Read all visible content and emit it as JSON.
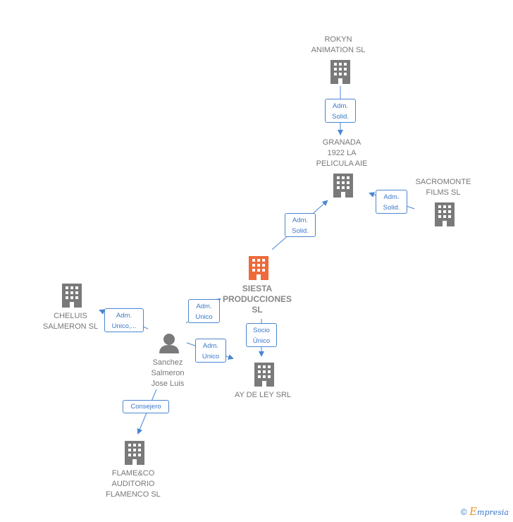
{
  "colors": {
    "node": "#7a7a7a",
    "main_node": "#ee6a3a",
    "edge": "#4a86d1",
    "edge_text": "#3a78c8"
  },
  "nodes": {
    "rokyn": "ROKYN\nANIMATION  SL",
    "granada": "GRANADA\n1922 LA\nPELICULA AIE",
    "sacromonte": "SACROMONTE\nFILMS SL",
    "siesta": "SIESTA\nPRODUCCIONES\nSL",
    "cheluis": "CHELUIS\nSALMERON  SL",
    "sanchez": "Sanchez\nSalmeron\nJose Luis",
    "aydeley": "AY DE LEY SRL",
    "flameco": "FLAME&CO\nAUDITORIO\nFLAMENCO  SL"
  },
  "edges": {
    "rokyn_granada": "Adm.\nSolid.",
    "sacromonte_granada": "Adm.\nSolid.",
    "siesta_granada": "Adm.\nSolid.",
    "sanchez_siesta": "Adm.\nUnico",
    "sanchez_cheluis": "Adm.\nUnico,...",
    "sanchez_aydeley": "Adm.\nUnico",
    "siesta_aydeley": "Socio\nÚnico",
    "sanchez_flameco": "Consejero"
  },
  "footer": {
    "copyright": "©",
    "brand_initial": "E",
    "brand_rest": "mpresia"
  }
}
